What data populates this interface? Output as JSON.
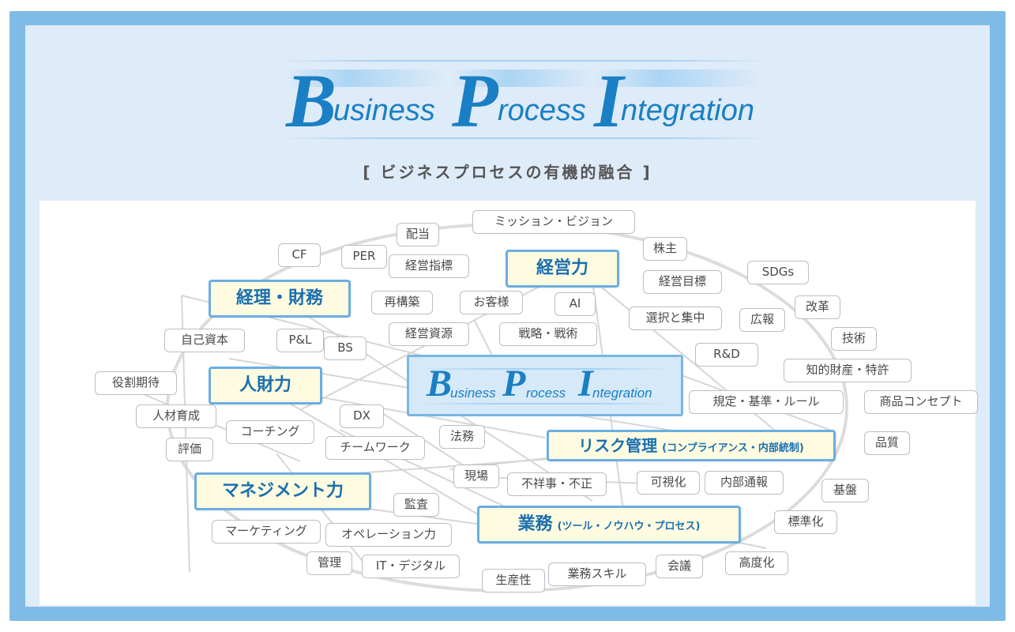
{
  "header": {
    "word1_cap": "B",
    "word1_rest": "usiness",
    "word2_cap": "P",
    "word2_rest": "rocess",
    "word3_cap": "I",
    "word3_rest": "ntegration",
    "subtitle": "[ ビジネスプロセスの有機的融合 ]"
  },
  "center": {
    "word1_cap": "B",
    "word1_rest": "usiness",
    "word2_cap": "P",
    "word2_rest": "rocess",
    "word3_cap": "I",
    "word3_rest": "ntegration"
  },
  "major": {
    "keiei": "経営力",
    "keiri": "経理・財務",
    "jinzai": "人財力",
    "risk": "リスク管理",
    "risk_sub": "(コンプライアンス・内部統制)",
    "management": "マネジメント力",
    "gyomu": "業務",
    "gyomu_sub": "(ツール・ノウハウ・プロセス)"
  },
  "nodes": {
    "mission": "ミッション・ビジョン",
    "haito": "配当",
    "kabunushi": "株主",
    "cf": "CF",
    "per": "PER",
    "keiei_shihyo": "経営指標",
    "keiei_mokuhyo": "経営目標",
    "sdgs": "SDGs",
    "saikouchiku": "再構築",
    "okyakusama": "お客様",
    "ai": "AI",
    "kaikaku": "改革",
    "sentaku": "選択と集中",
    "kouhou": "広報",
    "jiko_shihon": "自己資本",
    "pl": "P&L",
    "bs": "BS",
    "keiei_shigen": "経営資源",
    "senryaku": "戦略・戦術",
    "gijutsu": "技術",
    "rd": "R&D",
    "chiteki": "知的財産・特許",
    "yakuwari": "役割期待",
    "kitei": "規定・基準・ルール",
    "shohin": "商品コンセプト",
    "jinzai_ikusei": "人材育成",
    "dx": "DX",
    "coaching": "コーチング",
    "houmu": "法務",
    "hinshitsu": "品質",
    "hyouka": "評価",
    "teamwork": "チームワーク",
    "genba": "現場",
    "fushouji": "不祥事・不正",
    "kashika": "可視化",
    "naibu_tsuho": "内部通報",
    "kiban": "基盤",
    "kansa": "監査",
    "hyoujunka": "標準化",
    "marketing": "マーケティング",
    "operation": "オペレーション力",
    "kanri": "管理",
    "it": "IT・デジタル",
    "seisansei": "生産性",
    "gyomu_skill": "業務スキル",
    "kaigi": "会議",
    "koudoka": "高度化"
  },
  "colors": {
    "frame": "#80bbe6",
    "panel": "#deebf8",
    "accent": "#1a7fc4",
    "major_fill": "#fffbe0",
    "major_border": "#6aaee0",
    "link": "#d9d9d9"
  }
}
